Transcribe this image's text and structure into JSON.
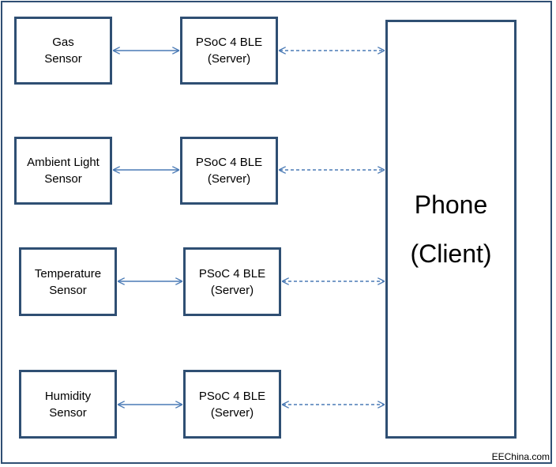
{
  "diagram": {
    "sensors": [
      {
        "lines": [
          "Gas",
          "Sensor"
        ]
      },
      {
        "lines": [
          "Ambient Light",
          "Sensor"
        ]
      },
      {
        "lines": [
          "Temperature",
          "Sensor"
        ]
      },
      {
        "lines": [
          "Humidity",
          "Sensor"
        ]
      }
    ],
    "servers": [
      {
        "lines": [
          "PSoC 4 BLE",
          "(Server)"
        ]
      },
      {
        "lines": [
          "PSoC 4 BLE",
          "(Server)"
        ]
      },
      {
        "lines": [
          "PSoC 4 BLE",
          "(Server)"
        ]
      },
      {
        "lines": [
          "PSoC 4 BLE",
          "(Server)"
        ]
      }
    ],
    "phone": {
      "lines": [
        "Phone",
        "(Client)"
      ]
    },
    "watermark": "EEChina.com",
    "colors": {
      "box_border": "#2f4f73",
      "arrow": "#4a7ab5"
    }
  }
}
